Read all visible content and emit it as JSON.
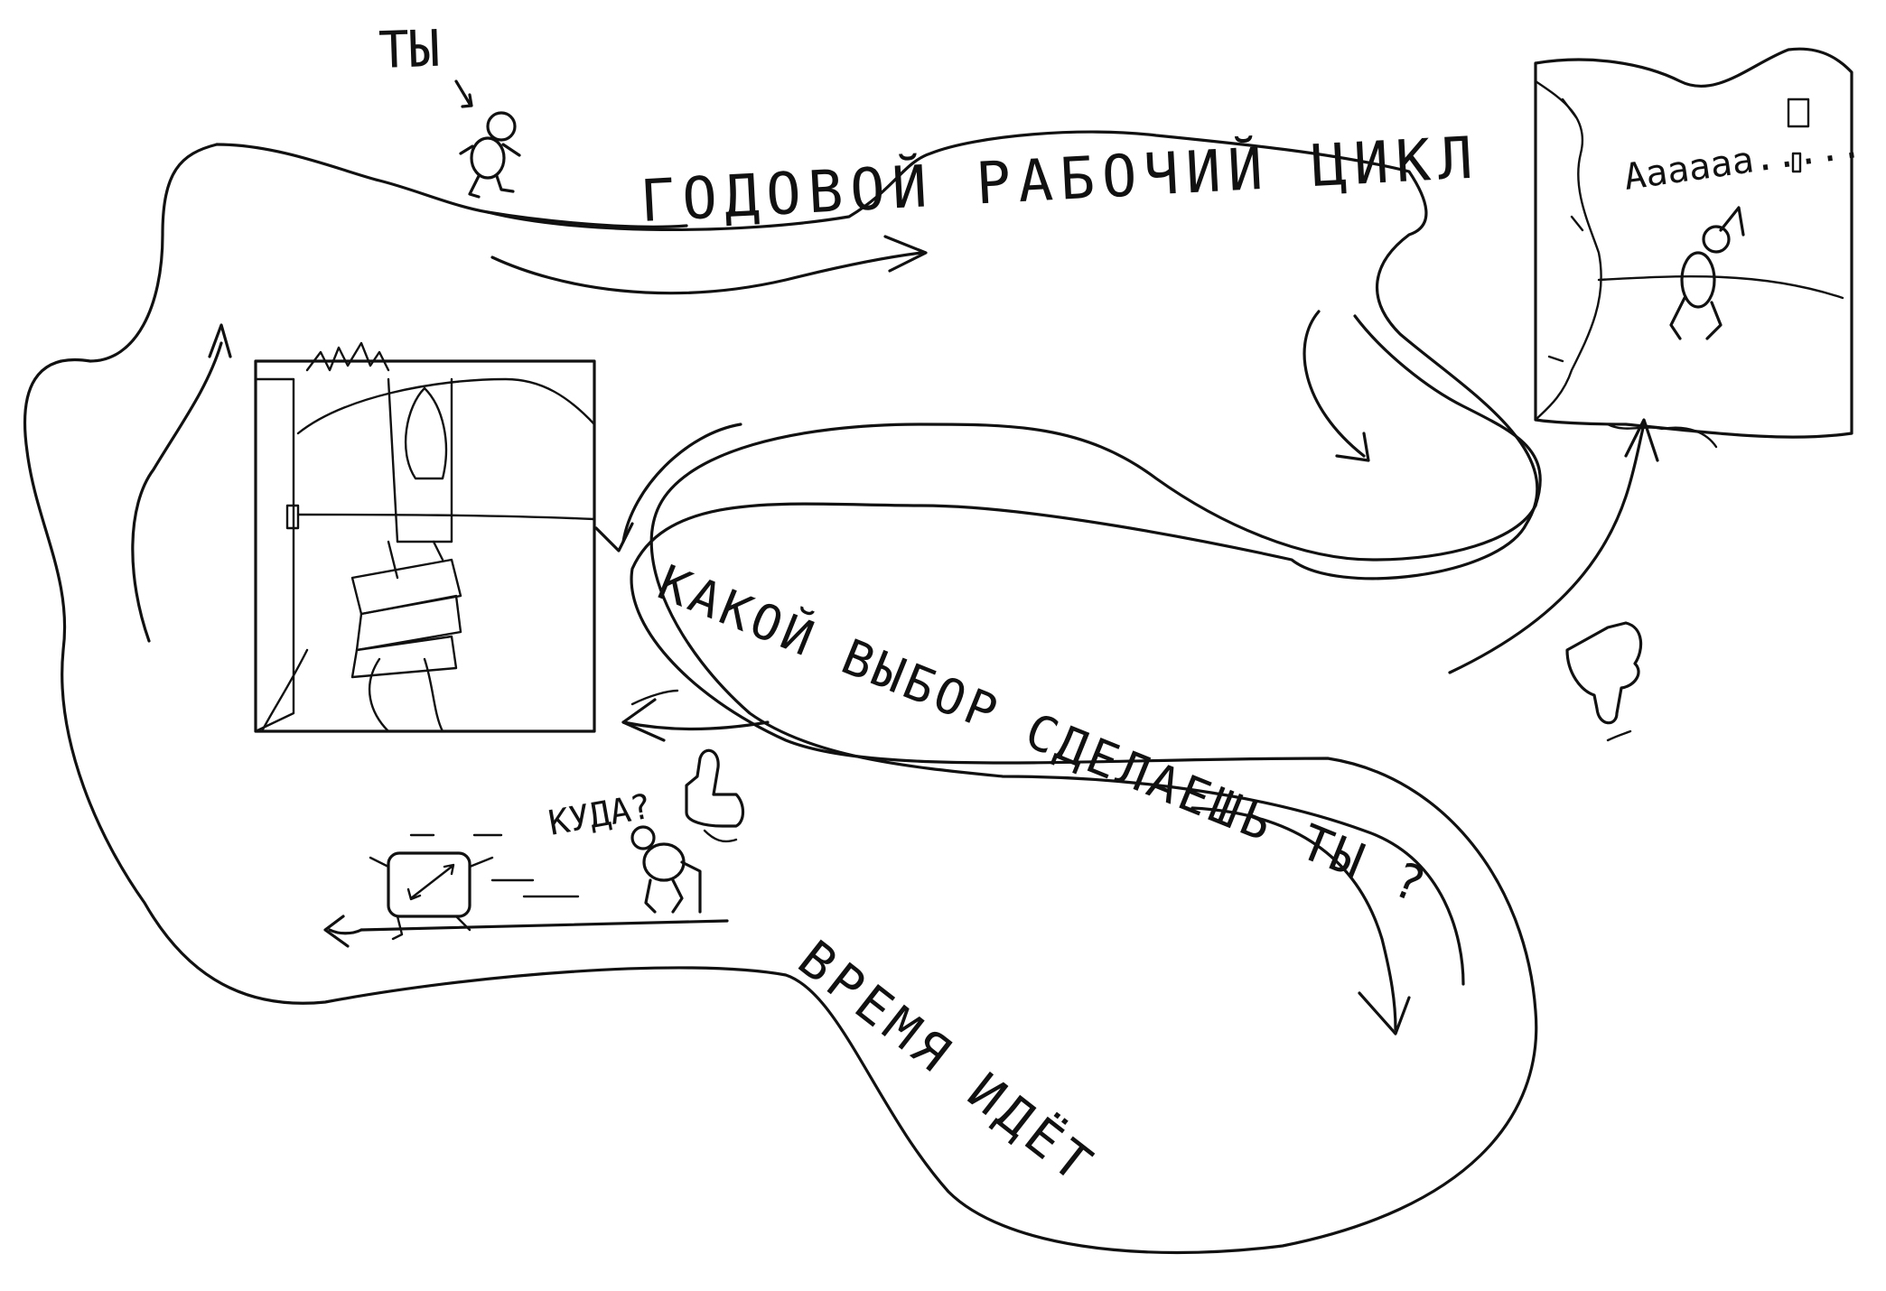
{
  "labels": {
    "you": "ТЫ",
    "work_cycle": "ГОДОВОЙ РАБОЧИЙ ЦИКЛ",
    "which_choice": "КАКОЙ ВЫБОР СДЕЛАЕШЬ ТЫ ?",
    "time_goes": "ВРЕМЯ ИДЁТ",
    "where": "КУДА?",
    "scream": "Аааааа....."
  },
  "icons": [
    "stick-figure-icon",
    "staircase-doorway-icon",
    "falling-figure-icon",
    "clock-icon",
    "thumbs-up-icon",
    "thumbs-down-icon",
    "arrow-icon"
  ],
  "colors": {
    "ink": "#111111",
    "background": "#ffffff"
  }
}
